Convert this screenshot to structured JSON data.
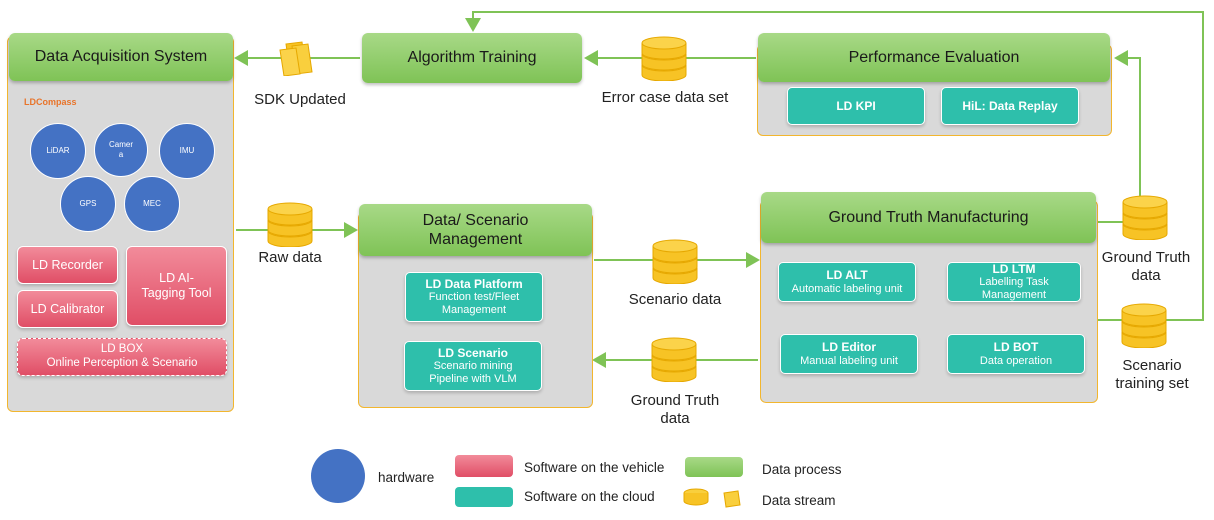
{
  "colors": {
    "green": "#7fc356",
    "teal": "#2ebfab",
    "pink": "#e04e66",
    "blue": "#4472c4",
    "yellow": "#f7c325",
    "panel": "#d9d9d9",
    "border": "#f2b62e"
  },
  "acquisition": {
    "title": "Data Acquisition System",
    "brand": "LDCompass",
    "hardware": [
      "LiDAR",
      "Camera",
      "IMU",
      "GPS",
      "MEC"
    ],
    "recorder": "LD Recorder",
    "calibrator": "LD Calibrator",
    "tagging": "LD AI-Tagging Tool",
    "box_title": "LD  BOX",
    "box_sub": "Online Perception & Scenario"
  },
  "training": {
    "title": "Algorithm Training"
  },
  "evaluation": {
    "title": "Performance Evaluation",
    "kpi": "LD KPI",
    "hil": "HiL: Data Replay"
  },
  "scenario_mgmt": {
    "title": "Data/ Scenario Management",
    "platform_title": "LD Data Platform",
    "platform_sub": "Function test/Fleet Management",
    "scenario_title": "LD Scenario",
    "scenario_sub": "Scenario mining Pipeline with VLM"
  },
  "gtm": {
    "title": "Ground Truth Manufacturing",
    "alt_title": "LD ALT",
    "alt_sub": "Automatic labeling unit",
    "ltm_title": "LD LTM",
    "ltm_sub": "Labelling Task Management",
    "editor_title": "LD Editor",
    "editor_sub": "Manual labeling unit",
    "bot_title": "LD BOT",
    "bot_sub": "Data operation"
  },
  "streams": {
    "sdk": "SDK Updated",
    "error": "Error case data set",
    "raw": "Raw data",
    "scenario": "Scenario data",
    "gt_bottom": "Ground Truth data",
    "gt_right": "Ground Truth data",
    "training_set": "Scenario training set"
  },
  "legend": {
    "hardware": "hardware",
    "vehicle": "Software on the vehicle",
    "cloud": "Software on the cloud",
    "process": "Data process",
    "stream": "Data stream"
  }
}
